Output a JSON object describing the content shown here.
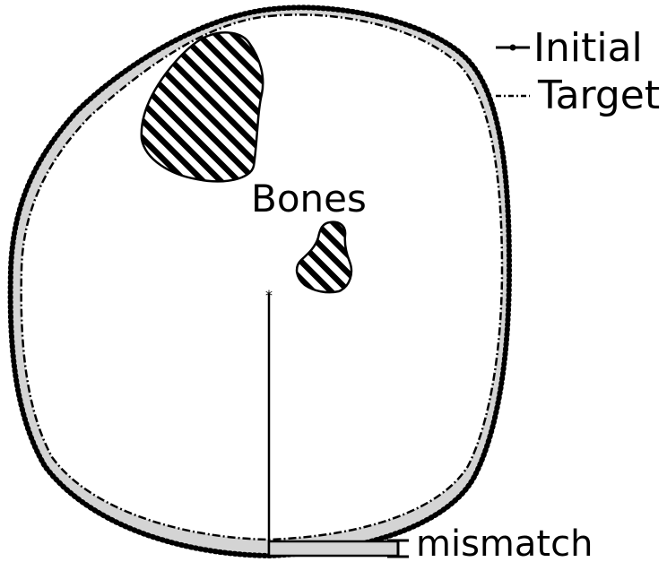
{
  "legend": {
    "initial_label": "Initial",
    "target_label": "Target"
  },
  "labels": {
    "bones": "Bones",
    "mismatch": "mismatch"
  },
  "colors": {
    "outline": "#000000",
    "mismatch_fill": "#d4d4d4",
    "interior": "#ffffff"
  }
}
